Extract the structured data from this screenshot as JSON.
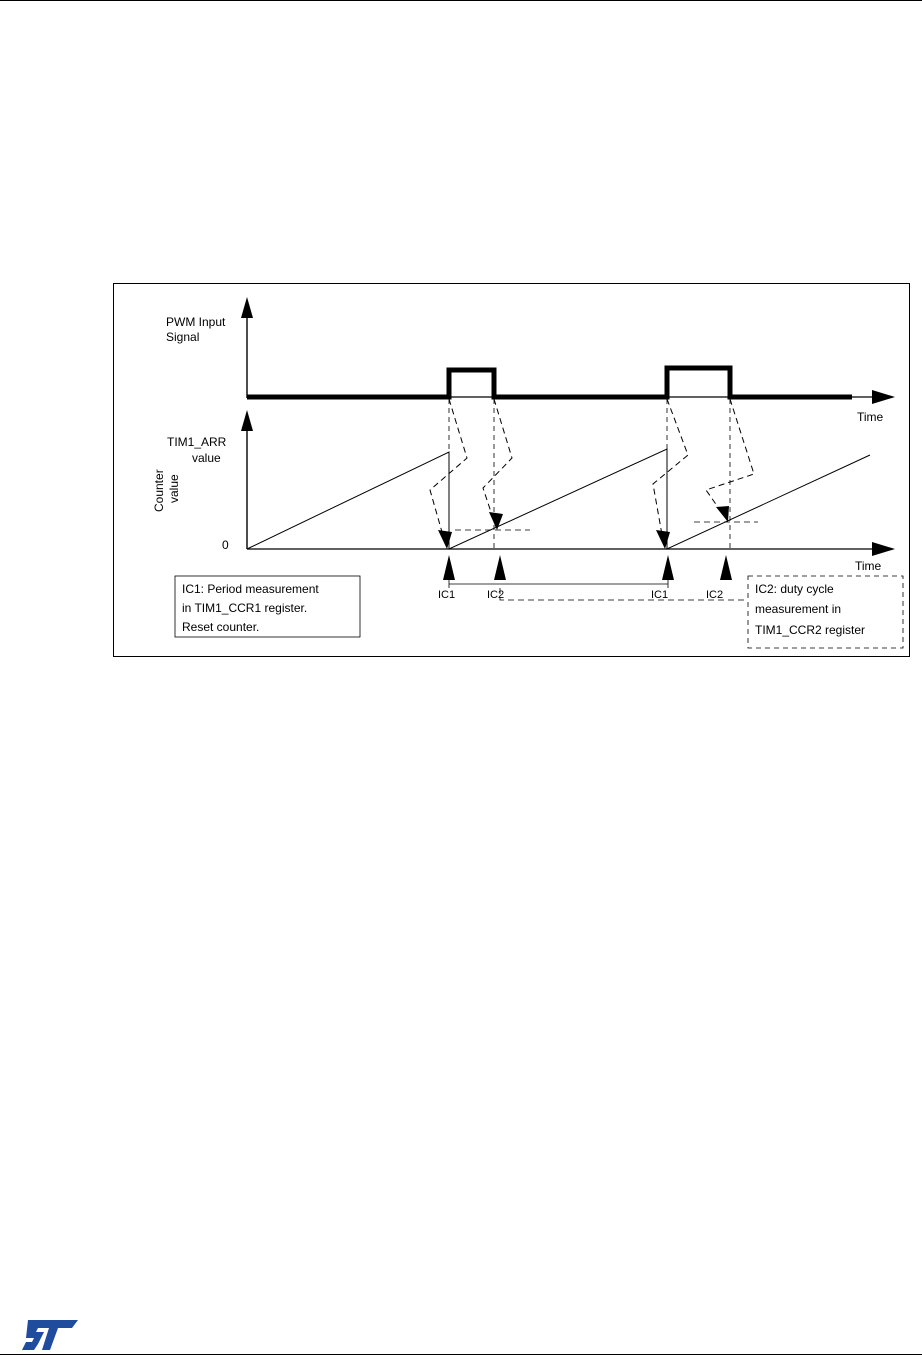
{
  "diagram": {
    "labels": {
      "pwm_input_line1": "PWM Input",
      "pwm_input_line2": "Signal",
      "arr_line1": "TIM1_ARR",
      "arr_line2": "value",
      "counter_line1": "Counter",
      "counter_line2": "value",
      "zero": "0",
      "time_top": "Time",
      "time_bottom": "Time",
      "ic1_a": "IC1",
      "ic2_a": "IC2",
      "ic1_b": "IC1",
      "ic2_b": "IC2"
    },
    "ic1_note": {
      "line1": "IC1: Period measurement",
      "line2": "in TIM1_CCR1 register.",
      "line3": "Reset counter."
    },
    "ic2_note": {
      "line1": "IC2: duty cycle",
      "line2": "measurement in",
      "line3": "TIM1_CCR2 register"
    }
  },
  "footer": {
    "logo_icon": "st-logo-icon",
    "logo_color": "#1f4c9c"
  }
}
